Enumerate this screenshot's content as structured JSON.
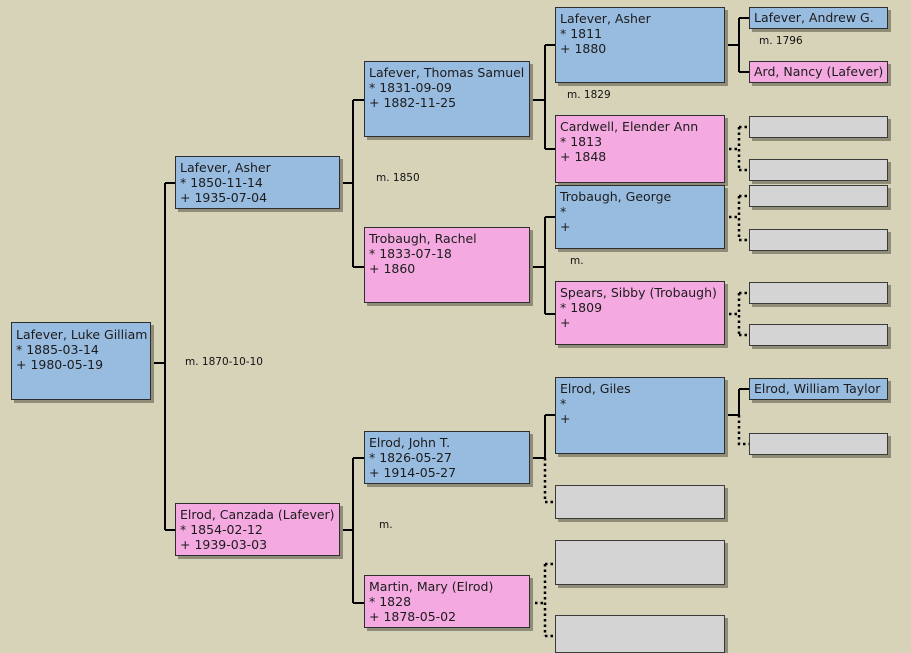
{
  "people": {
    "luke": {
      "name": "Lafever, Luke Gilliam",
      "birth": "* 1885-03-14",
      "death": "+ 1980-05-19"
    },
    "asher_1850": {
      "name": "Lafever, Asher",
      "birth": "* 1850-11-14",
      "death": "+ 1935-07-04"
    },
    "canzada": {
      "name": "Elrod, Canzada (Lafever)",
      "birth": "* 1854-02-12",
      "death": "+ 1939-03-03"
    },
    "thomas": {
      "name": "Lafever, Thomas Samuel",
      "birth": "* 1831-09-09",
      "death": "+ 1882-11-25"
    },
    "rachel": {
      "name": "Trobaugh, Rachel",
      "birth": "* 1833-07-18",
      "death": "+ 1860"
    },
    "john": {
      "name": "Elrod, John T.",
      "birth": "* 1826-05-27",
      "death": "+ 1914-05-27"
    },
    "mary": {
      "name": "Martin, Mary (Elrod)",
      "birth": "* 1828",
      "death": "+ 1878-05-02"
    },
    "asher_1811": {
      "name": "Lafever, Asher",
      "birth": "* 1811",
      "death": "+ 1880"
    },
    "elender": {
      "name": "Cardwell, Elender Ann",
      "birth": "* 1813",
      "death": "+ 1848"
    },
    "george": {
      "name": "Trobaugh, George",
      "birth": "*",
      "death": "+"
    },
    "sibby": {
      "name": "Spears, Sibby (Trobaugh)",
      "birth": "* 1809",
      "death": "+"
    },
    "giles": {
      "name": "Elrod, Giles",
      "birth": "*",
      "death": "+"
    },
    "andrew": {
      "name": "Lafever, Andrew G."
    },
    "nancy": {
      "name": "Ard, Nancy (Lafever)"
    },
    "william": {
      "name": "Elrod, William Taylor"
    }
  },
  "marriages": {
    "m_luke_parents": "m. 1870-10-10",
    "m_asher_parents": "m. 1850",
    "m_canzada_parents": "m.",
    "m_thomas_parents": "m. 1829",
    "m_rachel_parents": "m.",
    "m_asher1811_parents": "m. 1796"
  },
  "colors": {
    "male": "#98bbe0",
    "female": "#f4aae0",
    "unknown": "#d4d4d4",
    "background": "#d6d3b9"
  }
}
